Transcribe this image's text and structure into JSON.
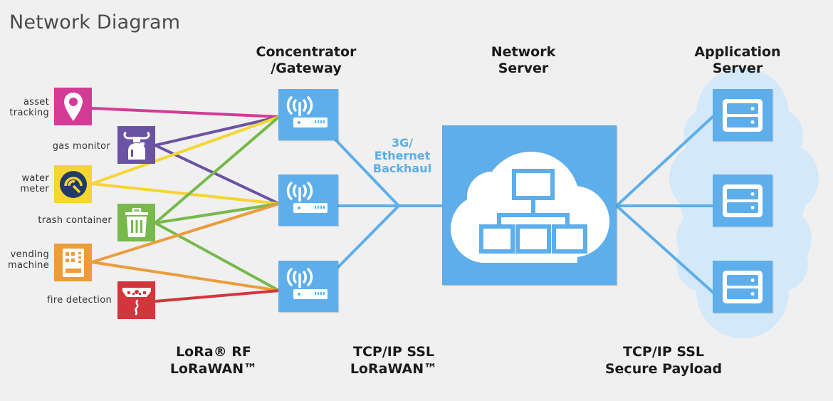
{
  "title": "Network Diagram",
  "columns": {
    "gateway": "Concentrator\n/Gateway",
    "gateway_line1": "Concentrator",
    "gateway_line2": "/Gateway",
    "network_server_line1": "Network",
    "network_server_line2": "Server",
    "application_server_line1": "Application",
    "application_server_line2": "Server"
  },
  "backhaul": {
    "line1": "3G/",
    "line2": "Ethernet",
    "line3": "Backhaul"
  },
  "devices": [
    {
      "id": "asset-tracking",
      "label_line1": "asset",
      "label_line2": "tracking",
      "icon": "map-pin-icon",
      "color": "#d33b96"
    },
    {
      "id": "gas-monitor",
      "label_line1": "gas monitor",
      "label_line2": "",
      "icon": "gas-canister-icon",
      "color": "#6a53a3"
    },
    {
      "id": "water-meter",
      "label_line1": "water",
      "label_line2": "meter",
      "icon": "gauge-icon",
      "color": "#f5d531"
    },
    {
      "id": "trash-container",
      "label_line1": "trash container",
      "label_line2": "",
      "icon": "trash-can-icon",
      "color": "#77b94a"
    },
    {
      "id": "vending-machine",
      "label_line1": "vending",
      "label_line2": "machine",
      "icon": "vending-machine-icon",
      "color": "#ec9c3a"
    },
    {
      "id": "fire-detection",
      "label_line1": "fire detection",
      "label_line2": "",
      "icon": "smoke-detector-icon",
      "color": "#d2363d"
    }
  ],
  "gateways": [
    {
      "id": "gateway-1",
      "icon": "wireless-router-icon"
    },
    {
      "id": "gateway-2",
      "icon": "wireless-router-icon"
    },
    {
      "id": "gateway-3",
      "icon": "wireless-router-icon"
    }
  ],
  "network_server": {
    "icon": "cloud-network-hierarchy-icon"
  },
  "app_servers": [
    {
      "id": "app-server-1",
      "icon": "server-icon"
    },
    {
      "id": "app-server-2",
      "icon": "server-icon"
    },
    {
      "id": "app-server-3",
      "icon": "server-icon"
    }
  ],
  "links": [
    {
      "from": "asset-tracking",
      "to": "gateway-1",
      "color": "#d33b96"
    },
    {
      "from": "gas-monitor",
      "to": "gateway-1",
      "color": "#6a53a3"
    },
    {
      "from": "gas-monitor",
      "to": "gateway-2",
      "color": "#6a53a3"
    },
    {
      "from": "water-meter",
      "to": "gateway-1",
      "color": "#f5d531"
    },
    {
      "from": "water-meter",
      "to": "gateway-2",
      "color": "#f5d531"
    },
    {
      "from": "trash-container",
      "to": "gateway-1",
      "color": "#77b94a"
    },
    {
      "from": "trash-container",
      "to": "gateway-2",
      "color": "#77b94a"
    },
    {
      "from": "trash-container",
      "to": "gateway-3",
      "color": "#77b94a"
    },
    {
      "from": "vending-machine",
      "to": "gateway-2",
      "color": "#ec9c3a"
    },
    {
      "from": "vending-machine",
      "to": "gateway-3",
      "color": "#ec9c3a"
    },
    {
      "from": "fire-detection",
      "to": "gateway-3",
      "color": "#d2363d"
    }
  ],
  "bottom_labels": [
    {
      "line1": "LoRa® RF",
      "line2": "LoRaWAN™"
    },
    {
      "line1": "TCP/IP SSL",
      "line2": "LoRaWAN™"
    },
    {
      "line1": "TCP/IP SSL",
      "line2": "Secure Payload"
    }
  ],
  "colors": {
    "accent_blue": "#5daeea",
    "cloud_light_blue": "#d3e8f8",
    "background": "#f0f0f0"
  }
}
